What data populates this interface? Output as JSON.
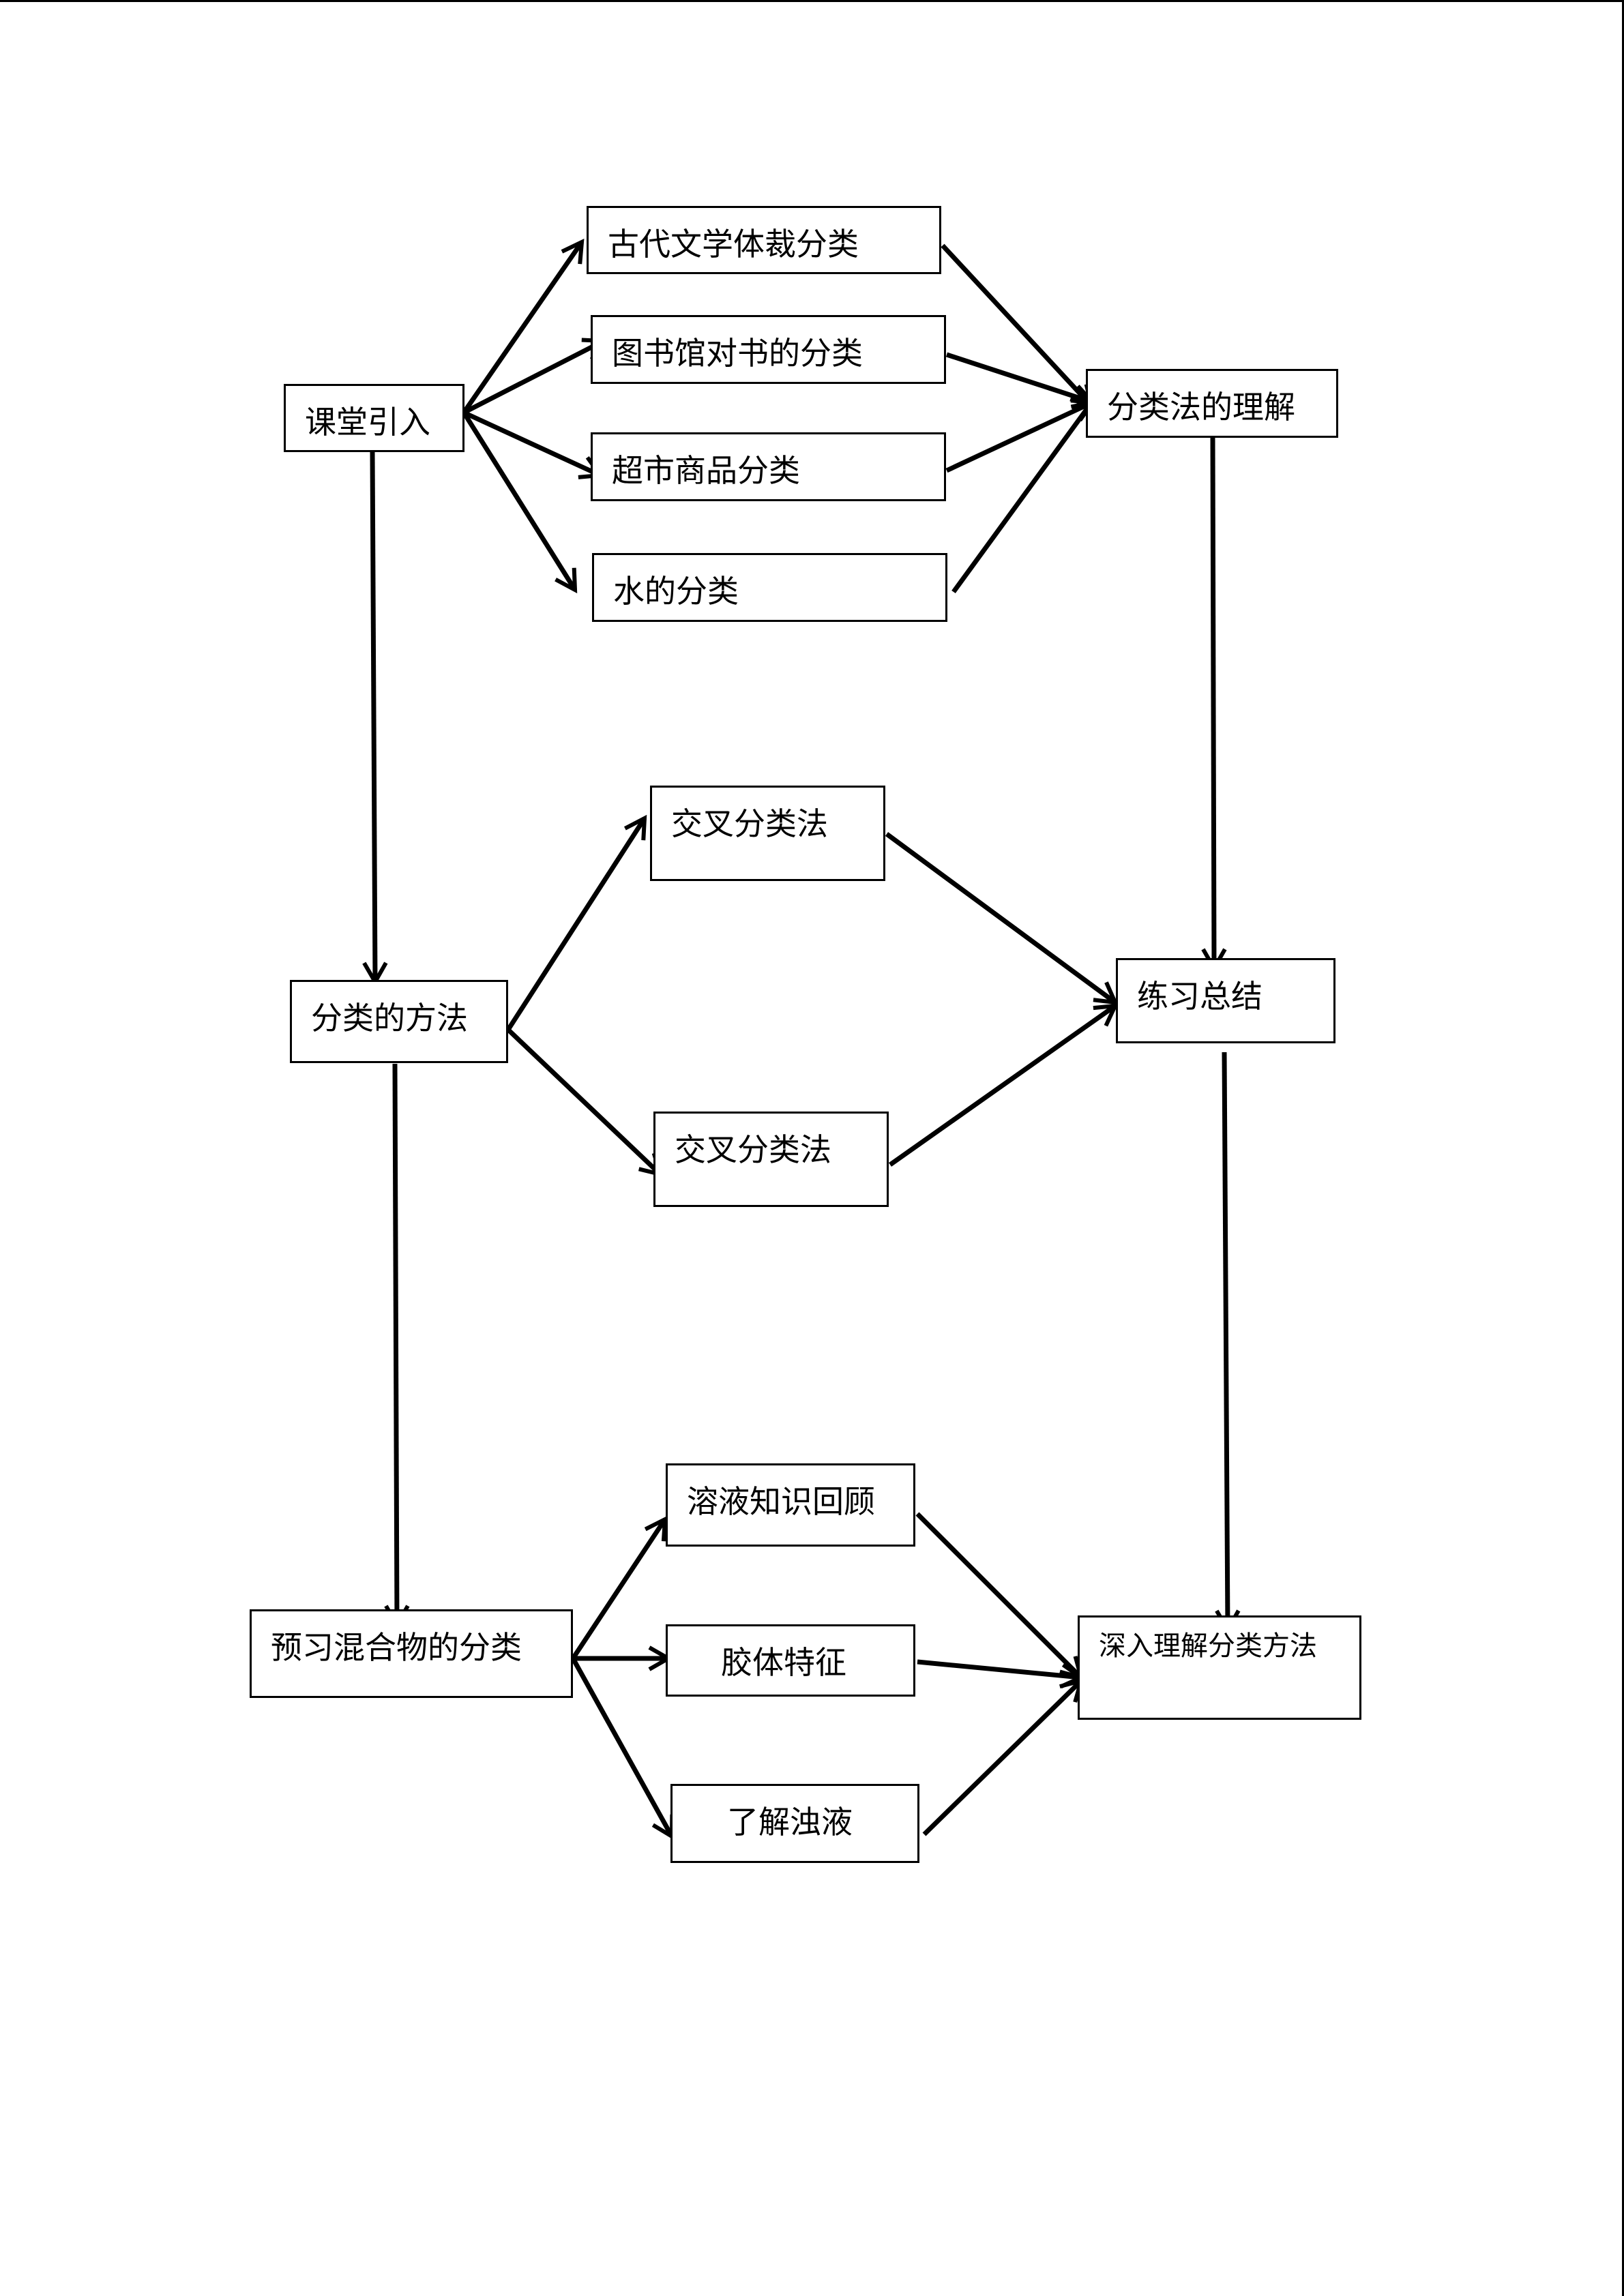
{
  "nodes": {
    "intro": "课堂引入",
    "ancient_lit": "古代文学体裁分类",
    "library": "图书馆对书的分类",
    "supermarket": "超市商品分类",
    "water": "水的分类",
    "understanding": "分类法的理解",
    "methods": "分类的方法",
    "cross_top": "交叉分类法",
    "cross_bottom": "交叉分类法",
    "practice": "练习总结",
    "preview": "预习混合物的分类",
    "solution_review": "溶液知识回顾",
    "colloid": "胶体特征",
    "suspension": "了解浊液",
    "deep_understanding": "深入理解分类方法"
  },
  "edges": [
    {
      "from": "intro",
      "to": "ancient_lit"
    },
    {
      "from": "intro",
      "to": "library"
    },
    {
      "from": "intro",
      "to": "supermarket"
    },
    {
      "from": "intro",
      "to": "water"
    },
    {
      "from": "ancient_lit",
      "to": "understanding"
    },
    {
      "from": "library",
      "to": "understanding"
    },
    {
      "from": "supermarket",
      "to": "understanding"
    },
    {
      "from": "water",
      "to": "understanding"
    },
    {
      "from": "intro",
      "to": "methods"
    },
    {
      "from": "understanding",
      "to": "practice"
    },
    {
      "from": "methods",
      "to": "cross_top"
    },
    {
      "from": "methods",
      "to": "cross_bottom"
    },
    {
      "from": "cross_top",
      "to": "practice"
    },
    {
      "from": "cross_bottom",
      "to": "practice"
    },
    {
      "from": "methods",
      "to": "preview"
    },
    {
      "from": "practice",
      "to": "deep_understanding"
    },
    {
      "from": "preview",
      "to": "solution_review"
    },
    {
      "from": "preview",
      "to": "colloid"
    },
    {
      "from": "preview",
      "to": "suspension"
    },
    {
      "from": "solution_review",
      "to": "deep_understanding"
    },
    {
      "from": "colloid",
      "to": "deep_understanding"
    },
    {
      "from": "suspension",
      "to": "deep_understanding"
    }
  ]
}
